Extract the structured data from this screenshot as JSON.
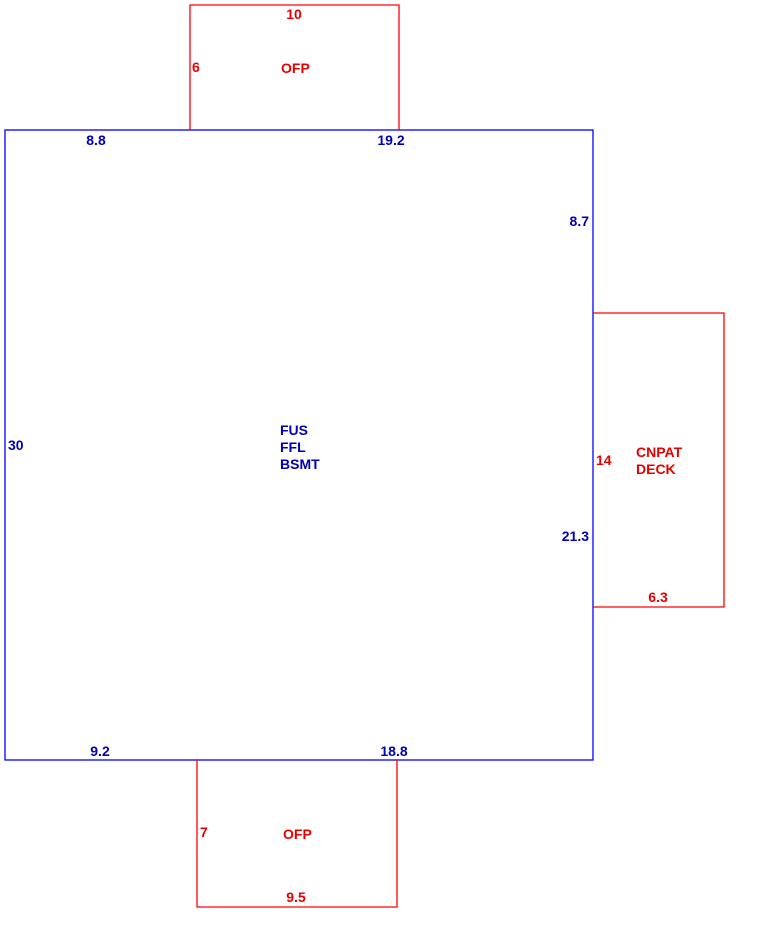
{
  "colors": {
    "main_outline": "#0000ff",
    "main_text": "#0000b4",
    "addition_outline": "#ff0000",
    "addition_text": "#e60000"
  },
  "main_area": {
    "labels": [
      "FUS",
      "FFL",
      "BSMT"
    ],
    "dims": {
      "top_left": "8.8",
      "top_right": "19.2",
      "right_upper": "8.7",
      "left": "30",
      "right_lower": "21.3",
      "bottom_left": "9.2",
      "bottom_right": "18.8"
    }
  },
  "top_porch": {
    "label": "OFP",
    "dims": {
      "top": "10",
      "left": "6"
    }
  },
  "deck": {
    "labels": [
      "CNPAT",
      "DECK"
    ],
    "dims": {
      "left": "14",
      "bottom": "6.3"
    }
  },
  "bottom_porch": {
    "label": "OFP",
    "dims": {
      "left": "7",
      "bottom": "9.5"
    }
  }
}
